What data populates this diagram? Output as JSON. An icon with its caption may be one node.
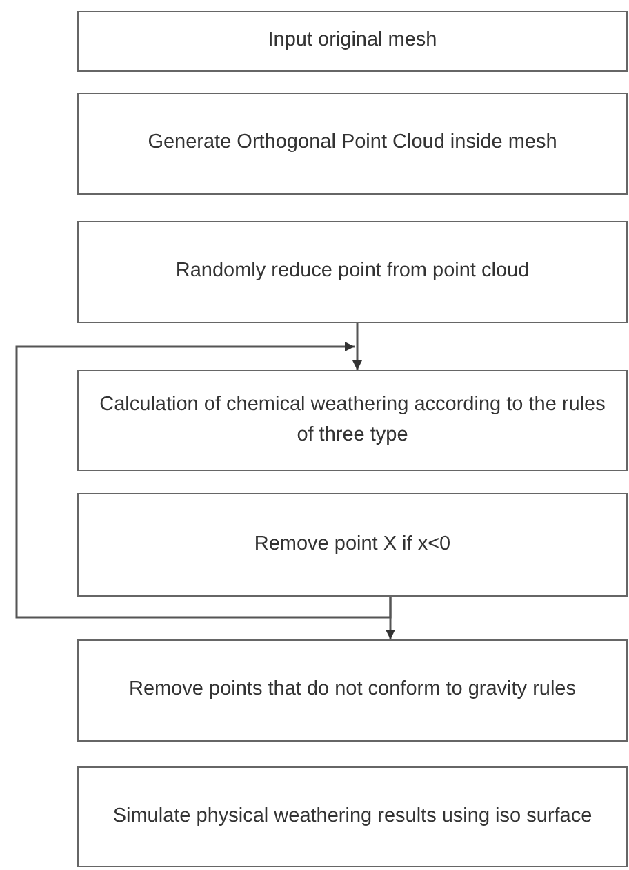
{
  "diagram": {
    "nodes": [
      {
        "text": [
          "Input original mesh"
        ]
      },
      {
        "text": [
          "Generate Orthogonal Point Cloud inside mesh"
        ]
      },
      {
        "text": [
          "Randomly reduce point from point cloud"
        ]
      },
      {
        "text": [
          "Calculation of chemical weathering according to the rules of three type"
        ]
      },
      {
        "text": [
          "Remove point X if x<0"
        ]
      },
      {
        "text": [
          "Remove points that do not conform to gravity rules"
        ]
      },
      {
        "text": [
          "Simulate physical weathering results using iso surface"
        ]
      }
    ],
    "edges": [
      {
        "from": 2,
        "to": 3,
        "arrow": "to"
      },
      {
        "from": 4,
        "to": 3,
        "arrow": "to"
      },
      {
        "from": 4,
        "to": 5,
        "arrow": "to"
      }
    ]
  }
}
